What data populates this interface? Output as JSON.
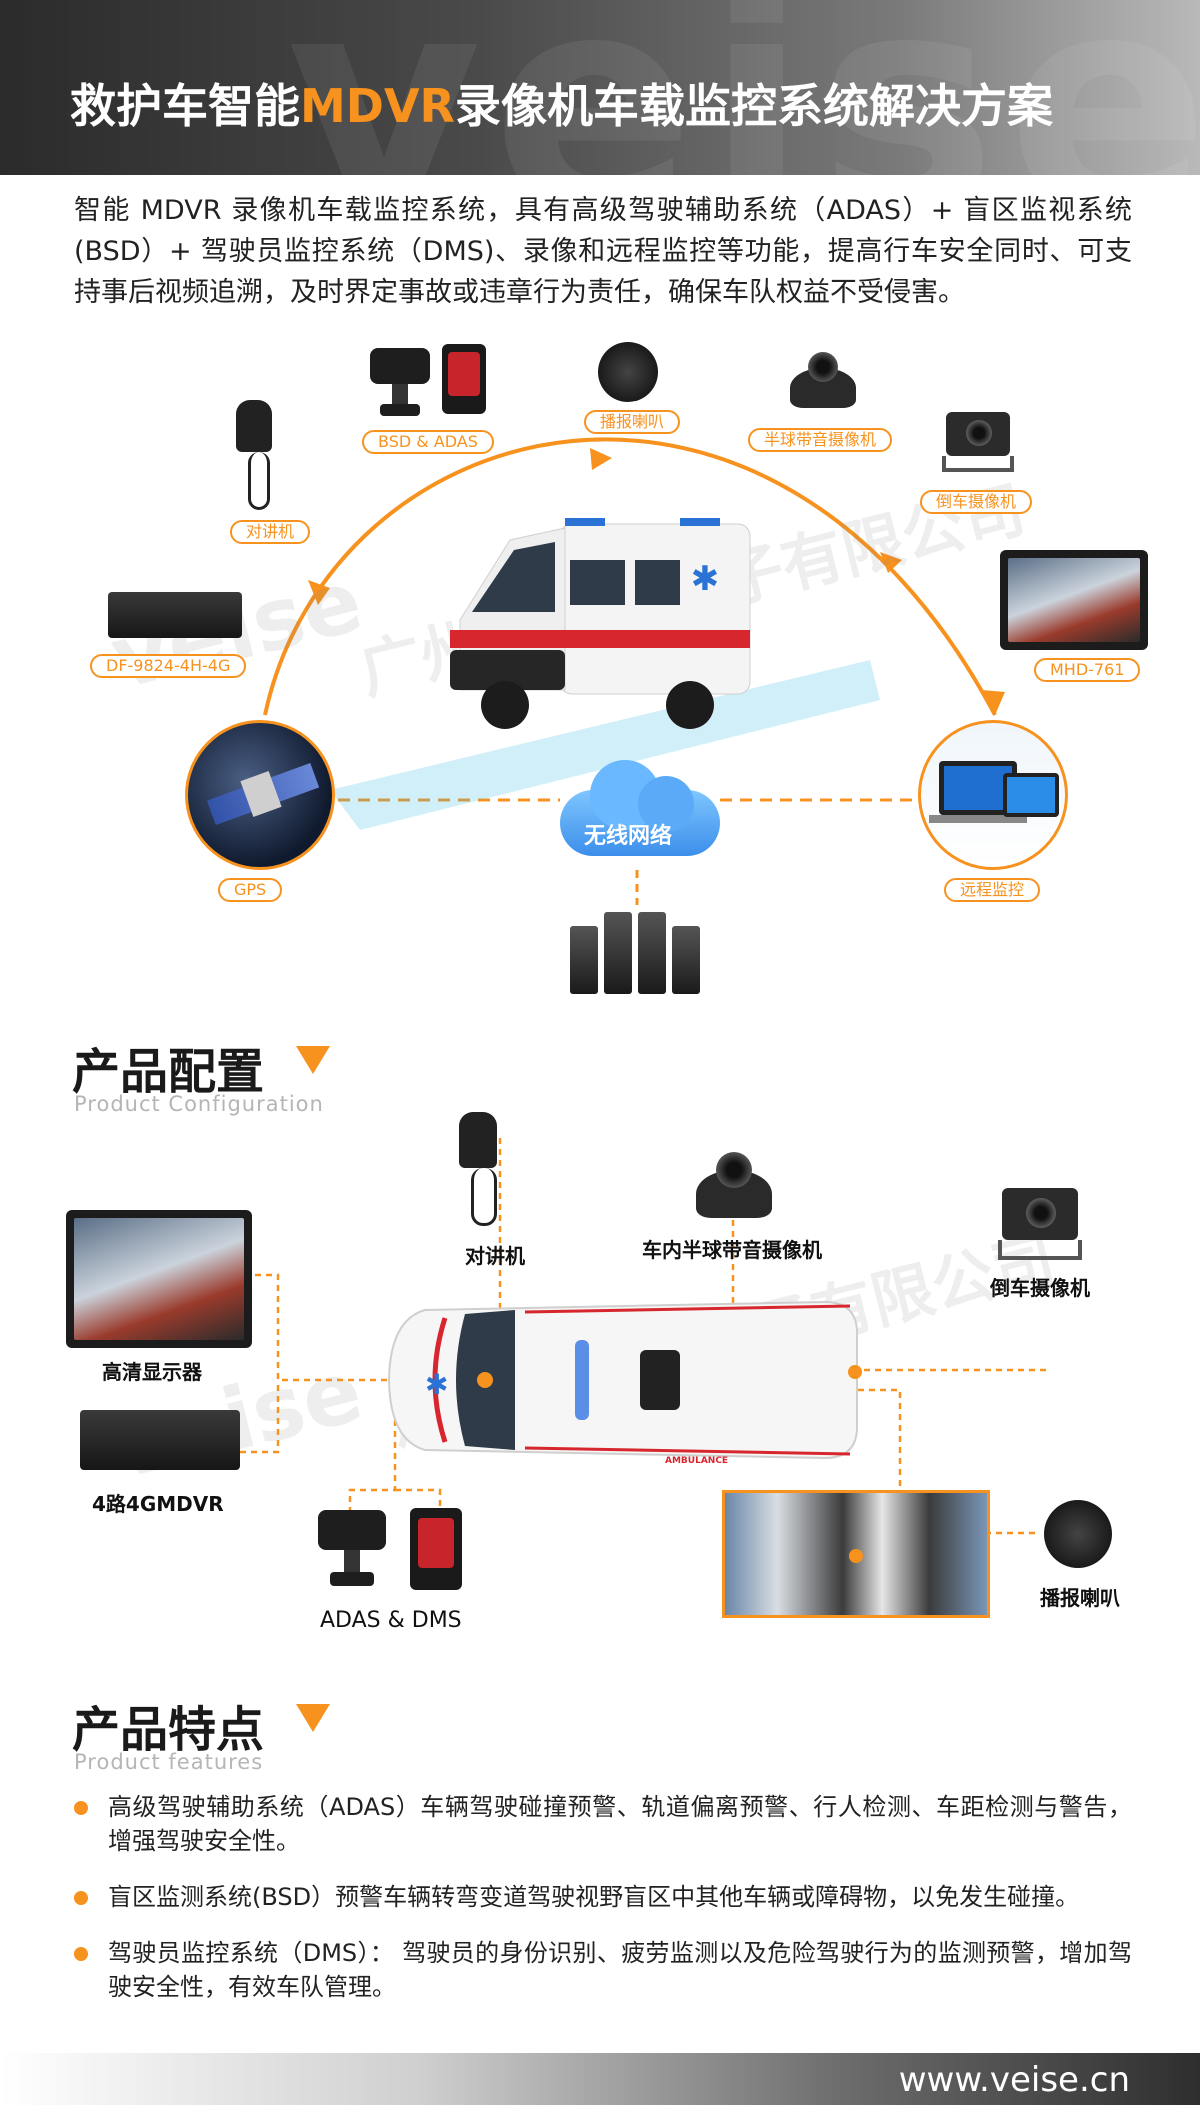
{
  "header": {
    "title_prefix": "救护车智能",
    "title_accent": "MDVR",
    "title_suffix": "录像机车载监控系统解决方案"
  },
  "intro": "智能 MDVR 录像机车载监控系统，具有高级驾驶辅助系统（ADAS）+ 盲区监视系统(BSD）+ 驾驶员监控系统（DMS)、录像和远程监控等功能，提高行车安全同时、可支持事后视频追溯，及时界定事故或违章行为责任，确保车队权益不受侵害。",
  "diagram": {
    "tags": {
      "bsd_adas": "BSD & ADAS",
      "speaker": "播报喇叭",
      "dome_camera": "半球带音摄像机",
      "intercom": "对讲机",
      "reverse_camera": "倒车摄像机",
      "dvr_model": "DF-9824-4H-4G",
      "monitor_model": "MHD-761",
      "gps": "GPS",
      "remote": "远程监控"
    },
    "cloud_label": "无线网络",
    "watermark_brand": "veise",
    "watermark_cn": "广州市维视电子有限公司"
  },
  "config": {
    "title": "产品配置",
    "subtitle": "Product Configuration",
    "labels": {
      "intercom": "对讲机",
      "dome_camera": "车内半球带音摄像机",
      "reverse_camera": "倒车摄像机",
      "monitor": "高清显示器",
      "dvr": "4路4GMDVR",
      "adas_dms": "ADAS & DMS",
      "speaker": "播报喇叭"
    },
    "vehicle_text": "AMBULANCE"
  },
  "features": {
    "title": "产品特点",
    "subtitle": "Product features",
    "items": [
      "高级驾驶辅助系统（ADAS）车辆驾驶碰撞预警、轨道偏离预警、行人检测、车距检测与警告，增强驾驶安全性。",
      "盲区监测系统(BSD）预警车辆转弯变道驾驶视野盲区中其他车辆或障碍物，以免发生碰撞。",
      "驾驶员监控系统（DMS）： 驾驶员的身份识别、疲劳监测以及危险驾驶行为的监测预警，增加驾驶安全性，有效车队管理。"
    ]
  },
  "footer": {
    "url": "www.veise.cn"
  },
  "colors": {
    "accent": "#f7921e",
    "header_dark": "#2b2b2b"
  }
}
